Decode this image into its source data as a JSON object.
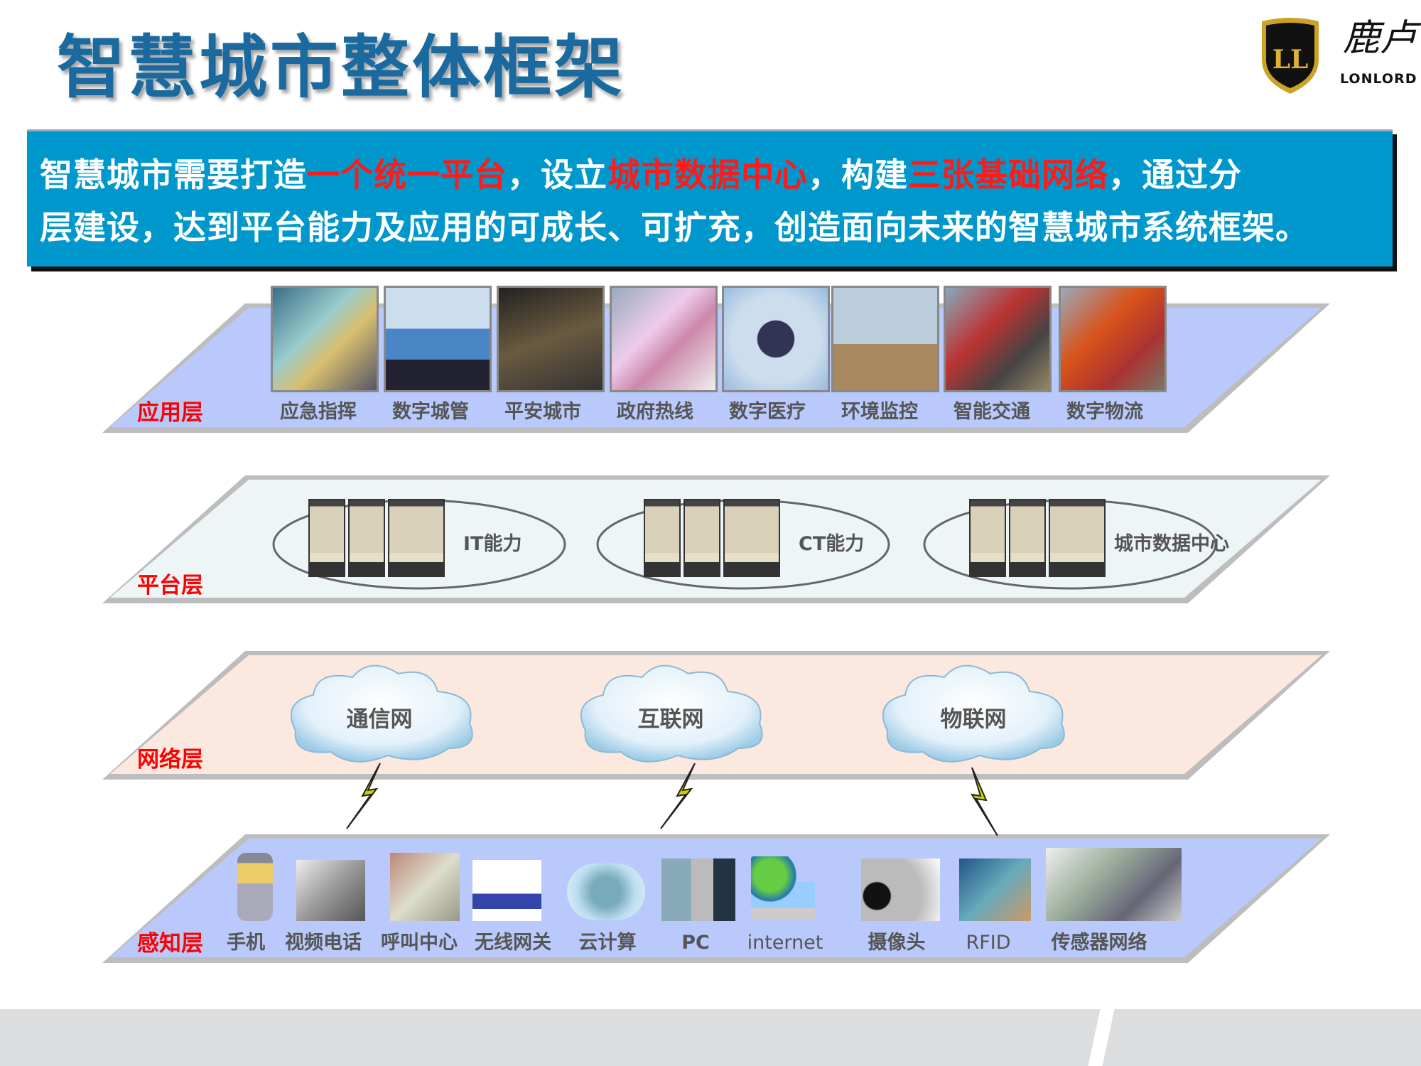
{
  "title": "智慧城市整体框架",
  "logo": {
    "brand_cn": "鹿卢",
    "brand_en": "LONLORD",
    "emblem": "LL"
  },
  "banner": {
    "line1": [
      {
        "text": "智慧城市需要打造",
        "highlight": false
      },
      {
        "text": "一个统一平台",
        "highlight": true
      },
      {
        "text": "，设立",
        "highlight": false
      },
      {
        "text": "城市数据中心",
        "highlight": true
      },
      {
        "text": "，构建",
        "highlight": false
      },
      {
        "text": "三张基础网络",
        "highlight": true
      },
      {
        "text": "，通过分",
        "highlight": false
      }
    ],
    "line2": "层建设，达到平台能力及应用的可成长、可扩充，创造面向未来的智慧城市系统框架。"
  },
  "layers": {
    "application": {
      "label": "应用层",
      "items": [
        "应急指挥",
        "数字城管",
        "平安城市",
        "政府热线",
        "数字医疗",
        "环境监控",
        "智能交通",
        "数字物流"
      ]
    },
    "platform": {
      "label": "平台层",
      "items": [
        "IT能力",
        "CT能力",
        "城市数据中心"
      ]
    },
    "network": {
      "label": "网络层",
      "items": [
        "通信网",
        "互联网",
        "物联网"
      ]
    },
    "perception": {
      "label": "感知层",
      "items": [
        "手机",
        "视频电话",
        "呼叫中心",
        "无线网关",
        "云计算",
        "PC",
        "internet",
        "摄像头",
        "RFID",
        "传感器网络"
      ]
    }
  },
  "colors": {
    "title": "#1a6aa0",
    "banner": "#0098cc",
    "highlight": "#ff1a1a",
    "layer_label": "#ff0000",
    "app_layer": "#b9c9fb",
    "platform_layer": "#eef5f7",
    "network_layer": "#fbe8de",
    "perception_layer": "#b9c9fb"
  }
}
